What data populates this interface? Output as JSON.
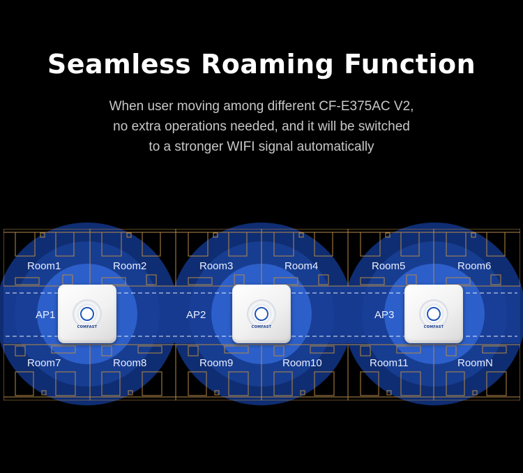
{
  "header": {
    "title": "Seamless Roaming Function",
    "subtitle_lines": [
      "When user moving among different CF-E375AC V2,",
      "no extra operations needed, and it will be switched",
      "to a stronger WIFI signal automatically"
    ]
  },
  "rooms_top": [
    "Room1",
    "Room2",
    "Room3",
    "Room4",
    "Room5",
    "Room6"
  ],
  "rooms_bottom": [
    "Room7",
    "Room8",
    "Room9",
    "Room10",
    "Room11",
    "RoomN"
  ],
  "access_points": [
    {
      "label": "AP1",
      "brand": "COMFAST"
    },
    {
      "label": "AP2",
      "brand": "COMFAST"
    },
    {
      "label": "AP3",
      "brand": "COMFAST"
    }
  ],
  "colors": {
    "background": "#000000",
    "signal_outer": "#0f2d72",
    "signal_inner": "#2c5fc9",
    "corridor": "#1a3f99",
    "floor_plan_line": "#b68a48"
  }
}
